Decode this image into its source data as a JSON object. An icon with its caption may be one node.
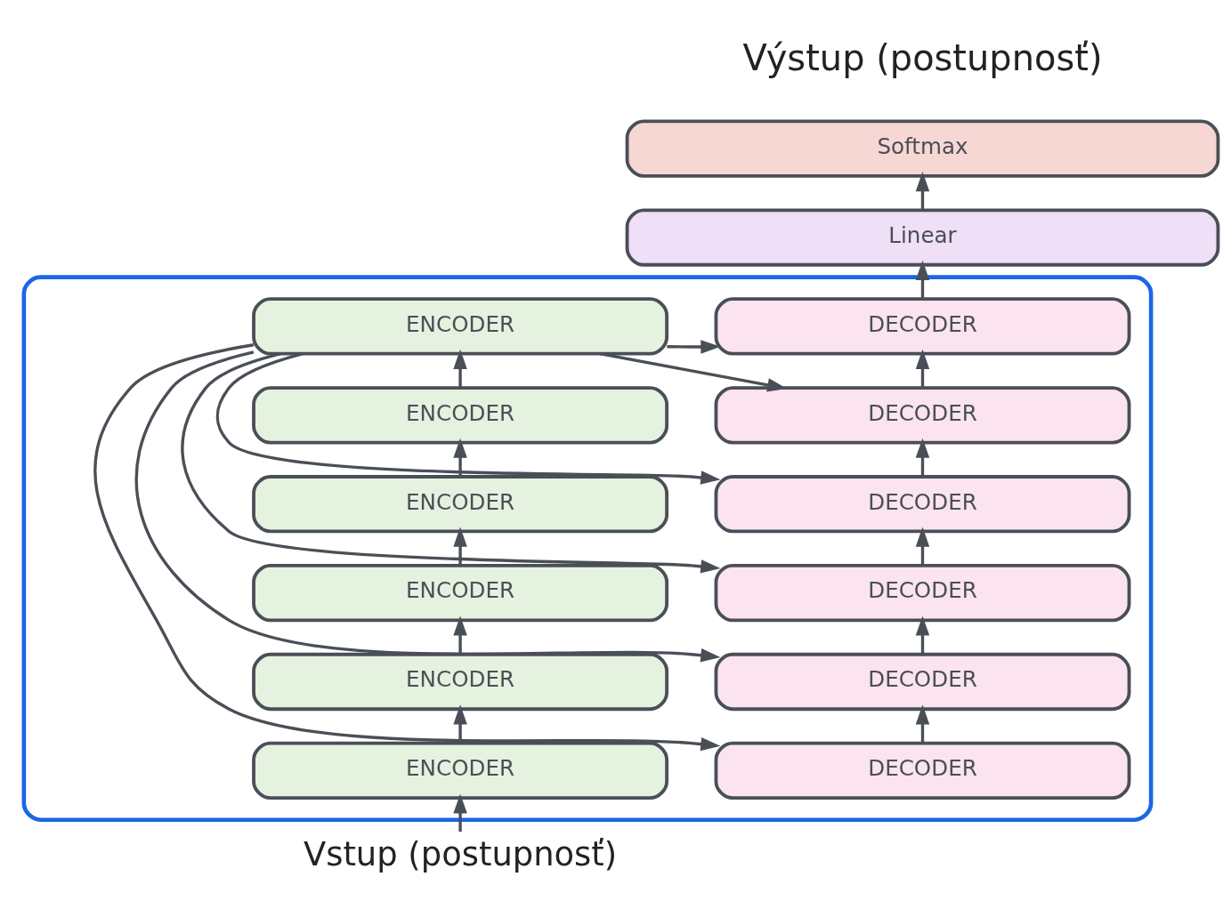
{
  "diagram": {
    "nodes": [
      {
        "text": [],
        "shape": "box"
      },
      {
        "text": [
          "ENCODER"
        ],
        "in": 0
      },
      {
        "text": [
          "ENCODER"
        ],
        "in": 0
      },
      {
        "text": [
          "ENCODER"
        ],
        "in": 0
      },
      {
        "text": [
          "ENCODER"
        ],
        "in": 0
      },
      {
        "text": [
          "ENCODER"
        ],
        "in": 0
      },
      {
        "text": [
          "ENCODER"
        ],
        "in": 0
      },
      {
        "text": [
          "DECODER"
        ],
        "in": 0
      },
      {
        "text": [
          "DECODER"
        ],
        "in": 0
      },
      {
        "text": [
          "DECODER"
        ],
        "in": 0
      },
      {
        "text": [
          "DECODER"
        ],
        "in": 0
      },
      {
        "text": [
          "DECODER"
        ],
        "in": 0
      },
      {
        "text": [
          "DECODER"
        ],
        "in": 0
      },
      {
        "text": [
          "Linear"
        ]
      },
      {
        "text": [
          "Softmax"
        ]
      },
      {
        "text": [
          "Vstup (postupnosť)"
        ]
      }
    ],
    "edges": [
      {
        "from": 15,
        "to": 6,
        "arrow": "to"
      },
      {
        "from": 6,
        "to": 5,
        "arrow": "to"
      },
      {
        "from": 5,
        "to": 4,
        "arrow": "to"
      },
      {
        "from": 4,
        "to": 3,
        "arrow": "to"
      },
      {
        "from": 3,
        "to": 2,
        "arrow": "to"
      },
      {
        "from": 2,
        "to": 1,
        "arrow": "to"
      },
      {
        "from": 1,
        "to": 7,
        "arrow": "to"
      },
      {
        "from": 1,
        "to": 8,
        "arrow": "to"
      },
      {
        "from": 1,
        "to": 9,
        "arrow": "to"
      },
      {
        "from": 1,
        "to": 10,
        "arrow": "to"
      },
      {
        "from": 1,
        "to": 11,
        "arrow": "to"
      },
      {
        "from": 1,
        "to": 12,
        "arrow": "to"
      },
      {
        "from": 12,
        "to": 11,
        "arrow": "to"
      },
      {
        "from": 11,
        "to": 10,
        "arrow": "to"
      },
      {
        "from": 10,
        "to": 9,
        "arrow": "to"
      },
      {
        "from": 9,
        "to": 8,
        "arrow": "to"
      },
      {
        "from": 8,
        "to": 7,
        "arrow": "to"
      },
      {
        "from": 7,
        "to": 13,
        "arrow": "to"
      },
      {
        "from": 13,
        "to": 14,
        "arrow": "to"
      }
    ],
    "labels": [
      "Výstup (postupnosť)"
    ]
  }
}
